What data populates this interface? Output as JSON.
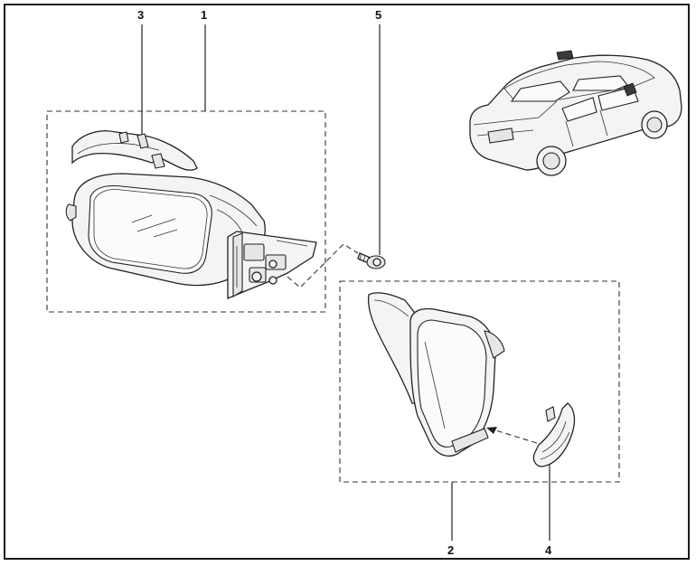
{
  "callouts": {
    "c1": "1",
    "c2": "2",
    "c3": "3",
    "c4": "4",
    "c5": "5"
  },
  "colors": {
    "line": "#222222",
    "highlight": "#3a3a3a"
  }
}
